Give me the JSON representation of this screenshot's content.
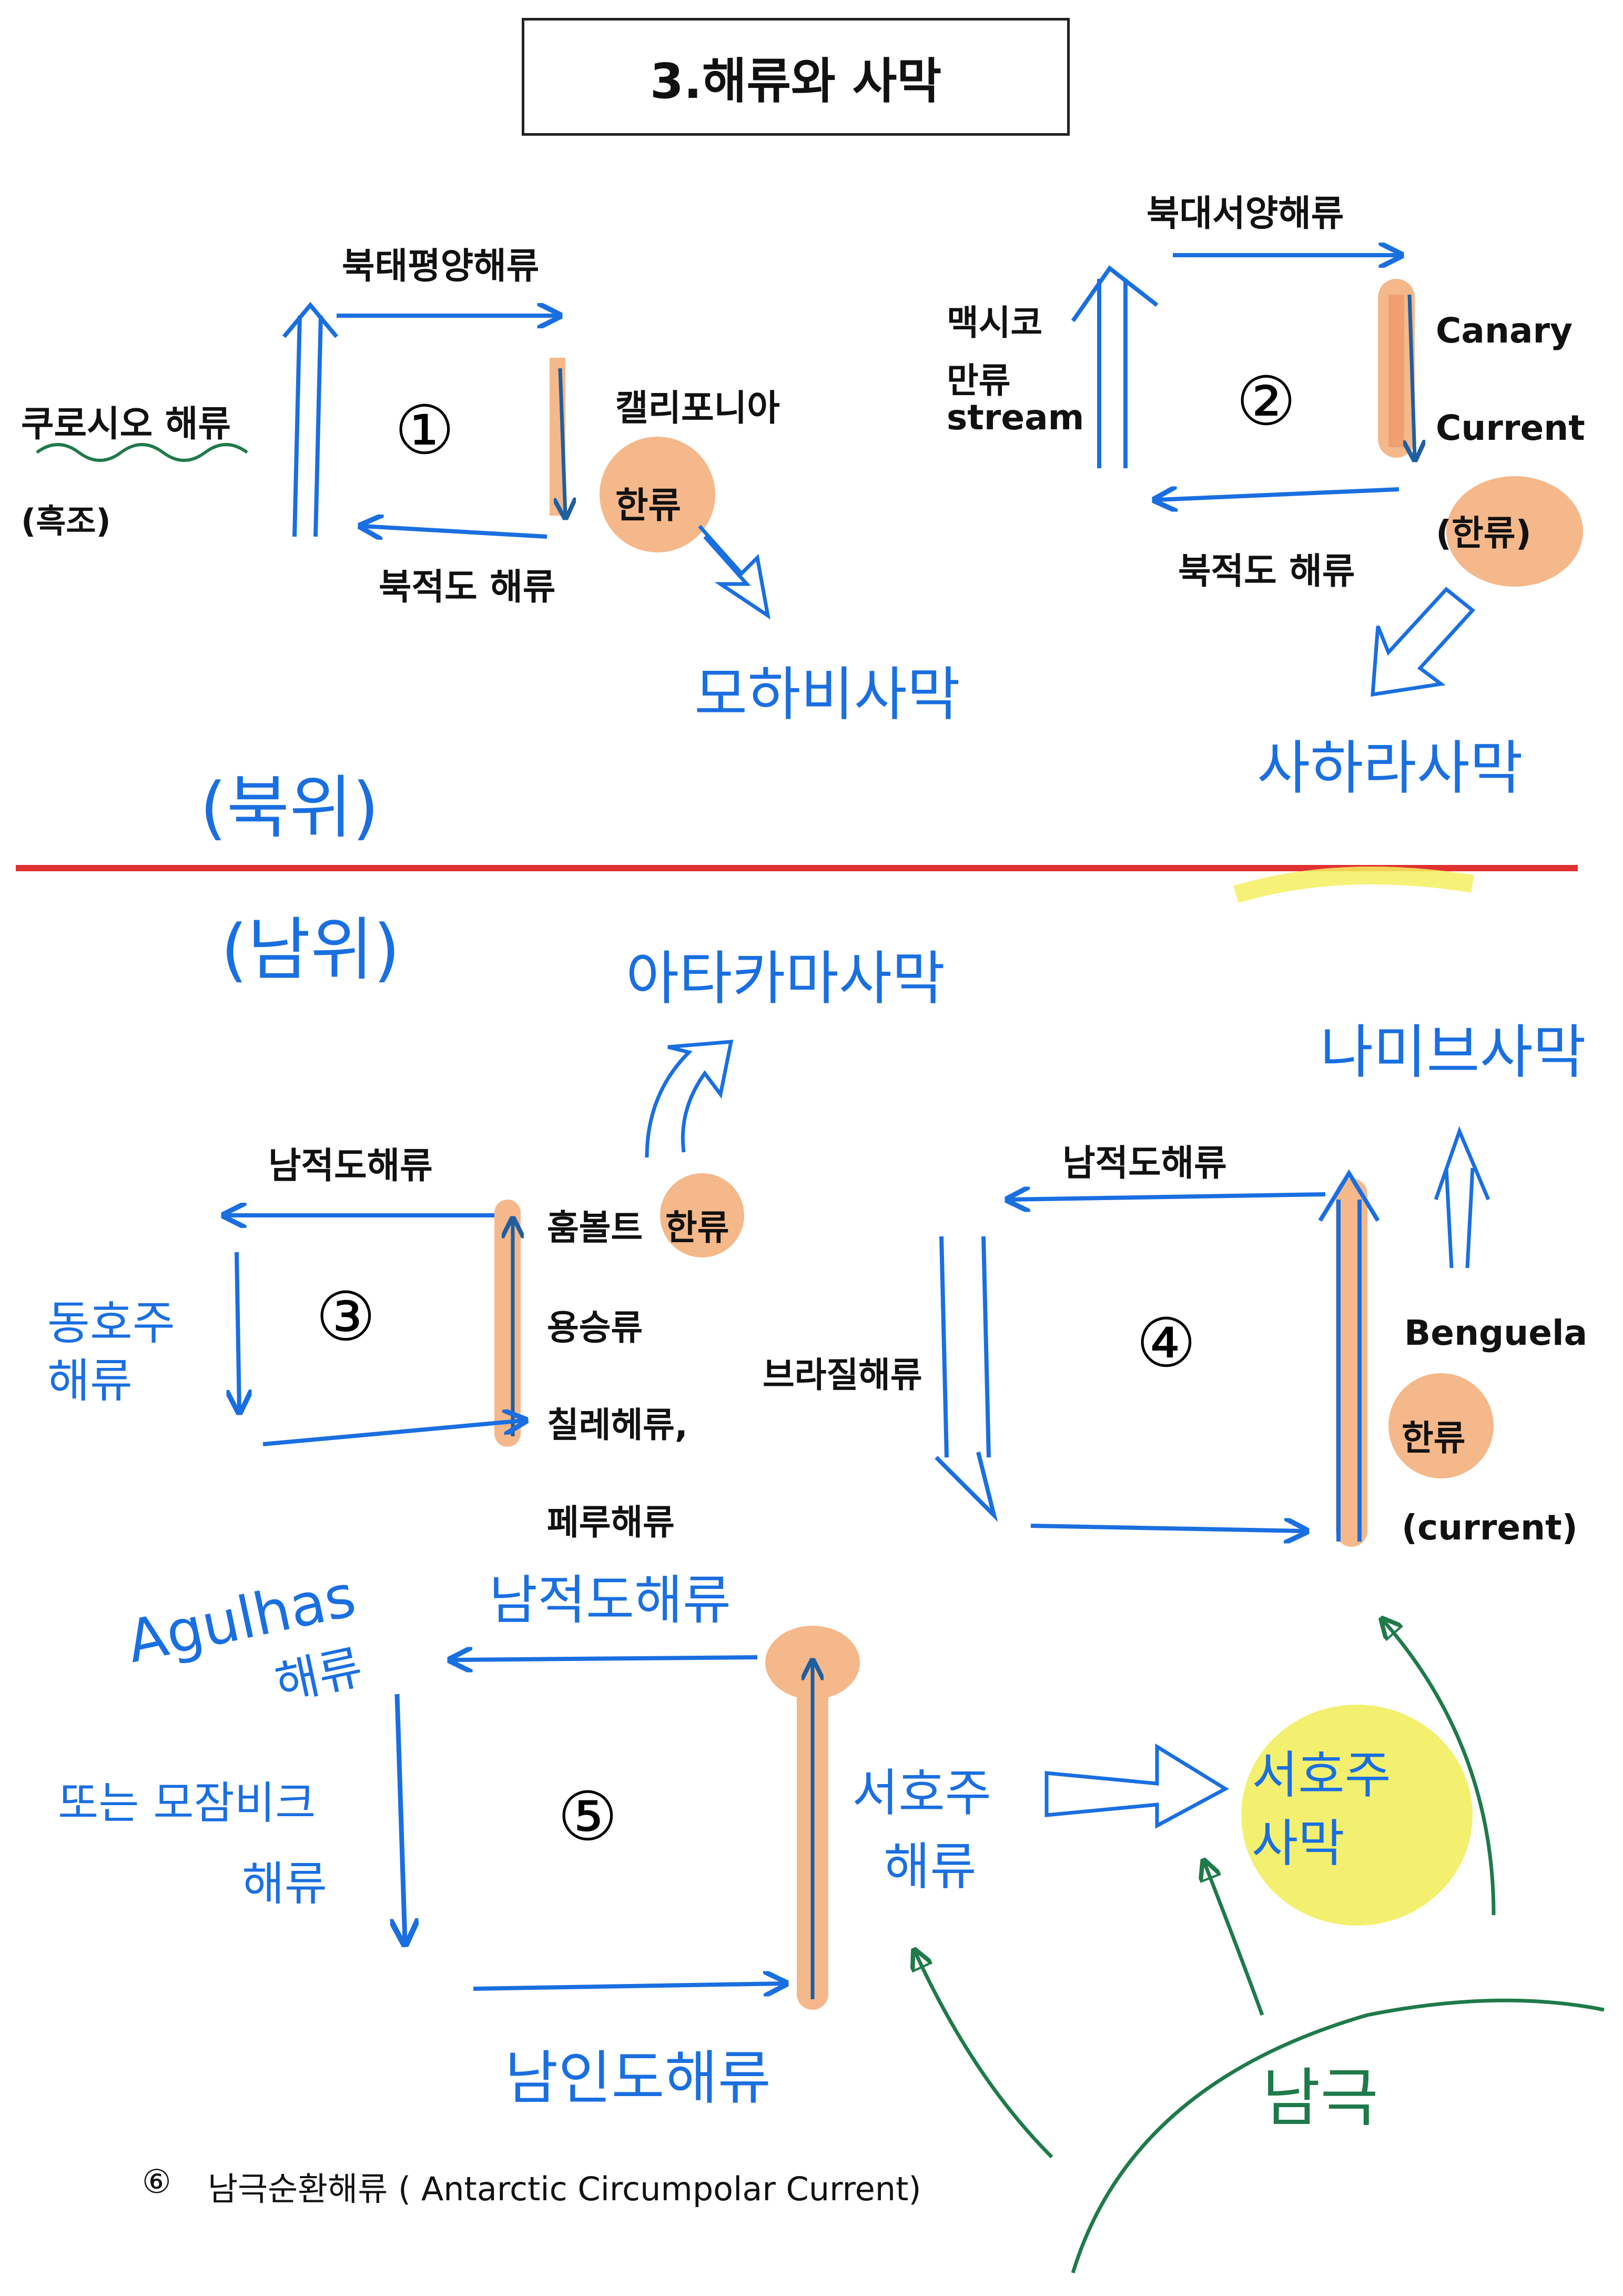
{
  "title": "3.해류와 사막",
  "hemisphere": {
    "north": "(북위)",
    "south": "(남위)"
  },
  "circles": {
    "c1": "①",
    "c2": "②",
    "c3": "③",
    "c4": "④",
    "c5": "⑤"
  },
  "gyre1": {
    "top": "북태평양해류",
    "left": "쿠로시오 해류",
    "left_sub": "(흑조)",
    "bottom": "북적도 해류",
    "right": "캘리포니아",
    "right_tag": "한류",
    "desert": "모하비사막"
  },
  "gyre2": {
    "top": "북대서양해류",
    "left_line1": "맥시코",
    "left_line2": "만류",
    "left_line3": "stream",
    "right_line1": "Canary",
    "right_line2": "Current",
    "right_tag": "(한류)",
    "bottom": "북적도 해류",
    "desert": "사하라사막"
  },
  "gyre3": {
    "top": "남적도해류",
    "right_line1": "훔볼트",
    "right_tag": "한류",
    "right_line2": "용승류",
    "right_line3": "칠레헤류,",
    "right_line4": "페루해류",
    "left": "동호주 해류",
    "desert": "아타카마사막"
  },
  "gyre4": {
    "top": "남적도해류",
    "left": "브라질해류",
    "right_line1": "Benguela",
    "right_tag": "한류",
    "right_line2": "(current)",
    "desert": "나미브사막"
  },
  "gyre5": {
    "top": "남적도해류",
    "left_line1": "Agulhas",
    "left_line2": "해류",
    "left_line3": "또는 모잠비크",
    "left_line4": "해류",
    "right_line1": "서호주",
    "right_line2": "해류",
    "bottom": "남인도해류",
    "desert": "서호주 사막",
    "antarctica": "남극"
  },
  "footer": {
    "marker": "⑥",
    "text": "남극순환해류 ( Antarctic Circumpolar Current)"
  },
  "colors": {
    "blue": "#1a6fe0",
    "orange": "#f5b88a",
    "equator": "#e03030",
    "green": "#1f7a4a",
    "yellow": "#f2f060"
  }
}
